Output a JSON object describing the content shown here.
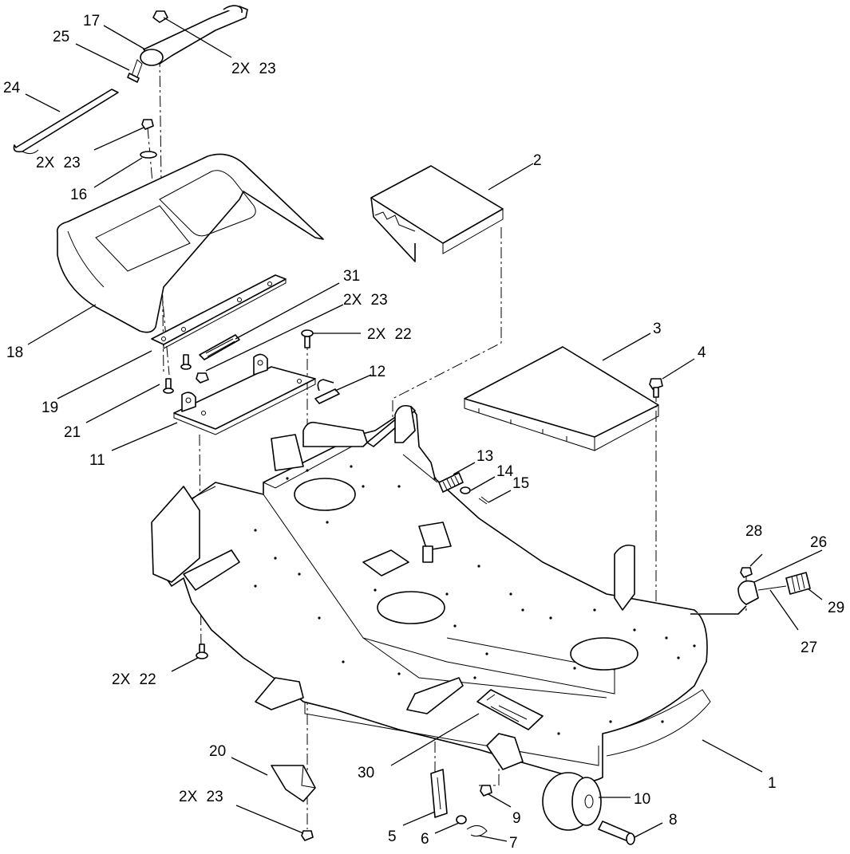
{
  "callouts": [
    {
      "id": "c17",
      "text": "17"
    },
    {
      "id": "c25",
      "text": "25"
    },
    {
      "id": "c2x23a",
      "text": "2X 23"
    },
    {
      "id": "c24",
      "text": "24"
    },
    {
      "id": "c2x23b",
      "text": "2X 23"
    },
    {
      "id": "c16",
      "text": "16"
    },
    {
      "id": "c2",
      "text": "2"
    },
    {
      "id": "c31",
      "text": "31"
    },
    {
      "id": "c2x23c",
      "text": "2X 23"
    },
    {
      "id": "c2x22a",
      "text": "2X 22"
    },
    {
      "id": "c3",
      "text": "3"
    },
    {
      "id": "c4",
      "text": "4"
    },
    {
      "id": "c18",
      "text": "18"
    },
    {
      "id": "c12",
      "text": "12"
    },
    {
      "id": "c19",
      "text": "19"
    },
    {
      "id": "c21",
      "text": "21"
    },
    {
      "id": "c11",
      "text": "11"
    },
    {
      "id": "c13",
      "text": "13"
    },
    {
      "id": "c14",
      "text": "14"
    },
    {
      "id": "c15",
      "text": "15"
    },
    {
      "id": "c28",
      "text": "28"
    },
    {
      "id": "c26",
      "text": "26"
    },
    {
      "id": "c29",
      "text": "29"
    },
    {
      "id": "c27",
      "text": "27"
    },
    {
      "id": "c2x22b",
      "text": "2X 22"
    },
    {
      "id": "c1",
      "text": "1"
    },
    {
      "id": "c20",
      "text": "20"
    },
    {
      "id": "c30",
      "text": "30"
    },
    {
      "id": "c10",
      "text": "10"
    },
    {
      "id": "c2x23d",
      "text": "2X 23"
    },
    {
      "id": "c9",
      "text": "9"
    },
    {
      "id": "c8",
      "text": "8"
    },
    {
      "id": "c5",
      "text": "5"
    },
    {
      "id": "c6",
      "text": "6"
    },
    {
      "id": "c7",
      "text": "7"
    }
  ]
}
